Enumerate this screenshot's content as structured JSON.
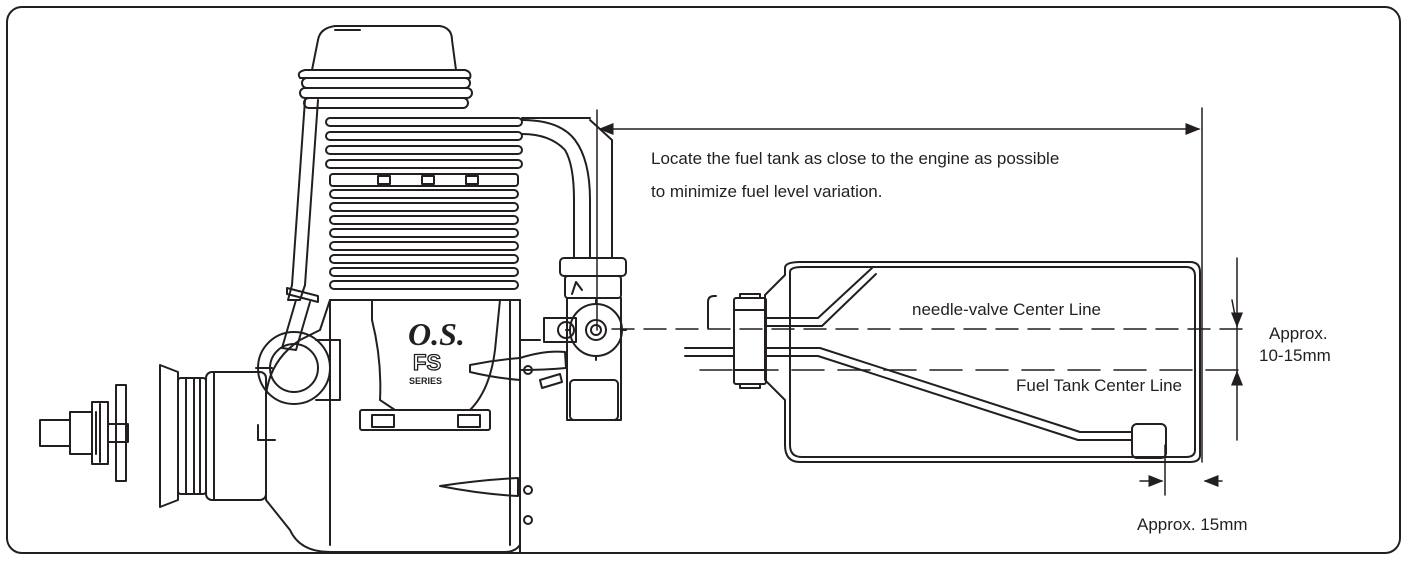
{
  "colors": {
    "ink": "#231f20",
    "background": "#ffffff"
  },
  "engine": {
    "logo": "O.S.",
    "model": "FS",
    "series": "SERIES"
  },
  "labels": {
    "note_line1": "Locate the fuel tank as close to the engine as possible",
    "note_line2": "to minimize fuel level variation.",
    "needle_valve_center_line": "needle-valve Center Line",
    "fuel_tank_center_line": "Fuel Tank Center Line",
    "approx_vertical_line1": "Approx.",
    "approx_vertical_line2": "10-15mm",
    "approx_horizontal": "Approx. 15mm"
  }
}
